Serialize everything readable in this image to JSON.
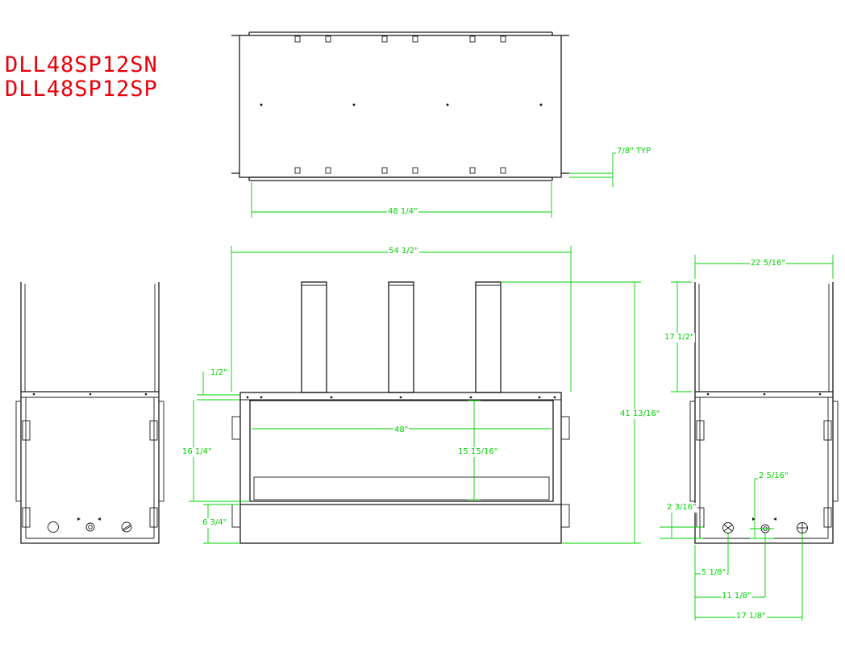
{
  "colors": {
    "title": "#e8000b",
    "dimension": "#00d200",
    "object": "#1a1a1a"
  },
  "titles": {
    "model_n": "DLL48SP12SN",
    "model_p": "DLL48SP12SP"
  },
  "dimensions": {
    "top_depth_typ": "7/8\" TYP",
    "top_width": "48 1/4\"",
    "front_overall_width": "54 1/2\"",
    "front_top_offset": "1/2\"",
    "front_opening_height": "16 1/4\"",
    "front_base_height": "6 3/4\"",
    "front_glass_width": "48\"",
    "front_glass_height": "15 15/16\"",
    "front_overall_height": "41 13/16\"",
    "side_depth": "22 5/16\"",
    "side_chimney_height": "17 1/2\"",
    "side_gas_height": "2 3/16\"",
    "side_gas_center_height": "2 5/16\"",
    "side_offset_1": "5 1/8\"",
    "side_offset_2": "11 1/8\"",
    "side_offset_3": "17 1/8\""
  }
}
